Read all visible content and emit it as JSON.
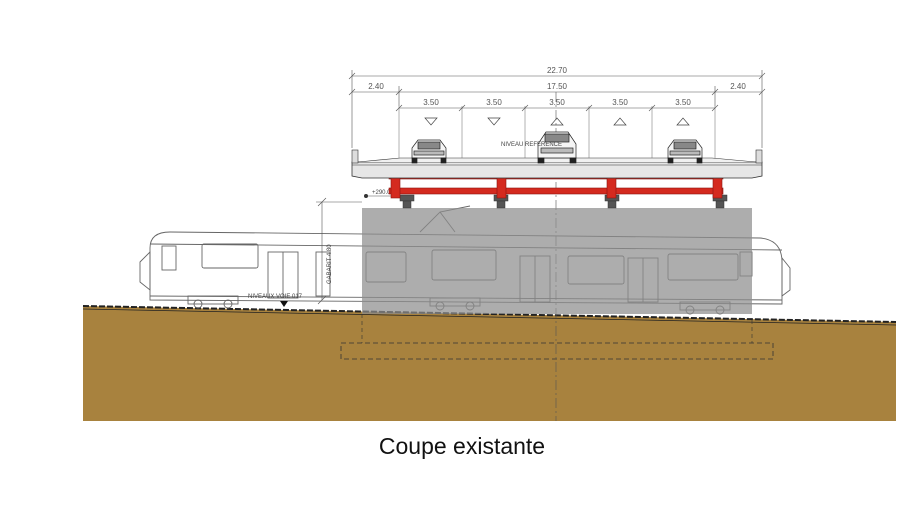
{
  "dimensions": {
    "total": "22.70",
    "left_walkway": "2.40",
    "carriageway": "17.50",
    "right_walkway": "2.40",
    "lanes": [
      "3.50",
      "3.50",
      "3.50",
      "3.50",
      "3.50"
    ]
  },
  "labels": {
    "reference_level": "NIVEAU REFERENCE",
    "elevation": "+290.01",
    "track_level": "NIVEAUX VOIE 017",
    "clearance": "GABARIT 4.80"
  },
  "caption": "Coupe existante",
  "colors": {
    "ground": "#a8823e",
    "steel_frame": "#d42a1f",
    "track_clearance": "#8e8e8e"
  }
}
